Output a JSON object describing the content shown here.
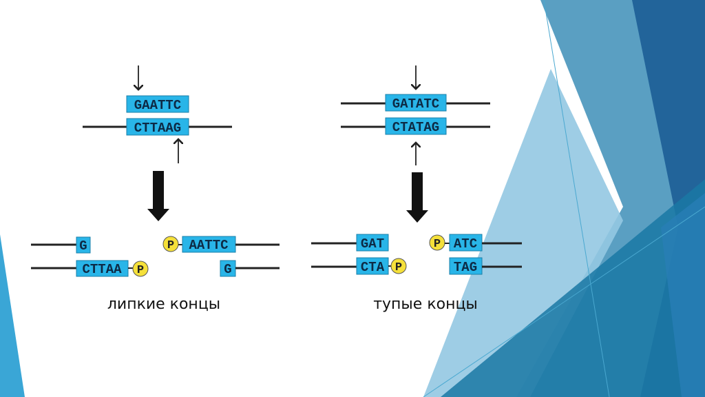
{
  "slide": {
    "sticky": {
      "top_strand": "GAATTC",
      "bottom_strand": "CTTAAG",
      "left_top": "G",
      "left_bottom": "CTTAA",
      "right_top": "AATTC",
      "right_bottom": "G",
      "phosphate": "P",
      "caption": "липкие концы"
    },
    "blunt": {
      "top_strand": "GATATC",
      "bottom_strand": "CTATAG",
      "left_top": "GAT",
      "left_bottom": "CTA",
      "right_top": "ATC",
      "right_bottom": "TAG",
      "phosphate": "P",
      "caption": "тупые концы"
    }
  },
  "colors": {
    "box": "#29b5e8",
    "phosphate": "#f5e03a",
    "accent_dark": "#22649a",
    "accent_light": "#8fc5e0"
  }
}
